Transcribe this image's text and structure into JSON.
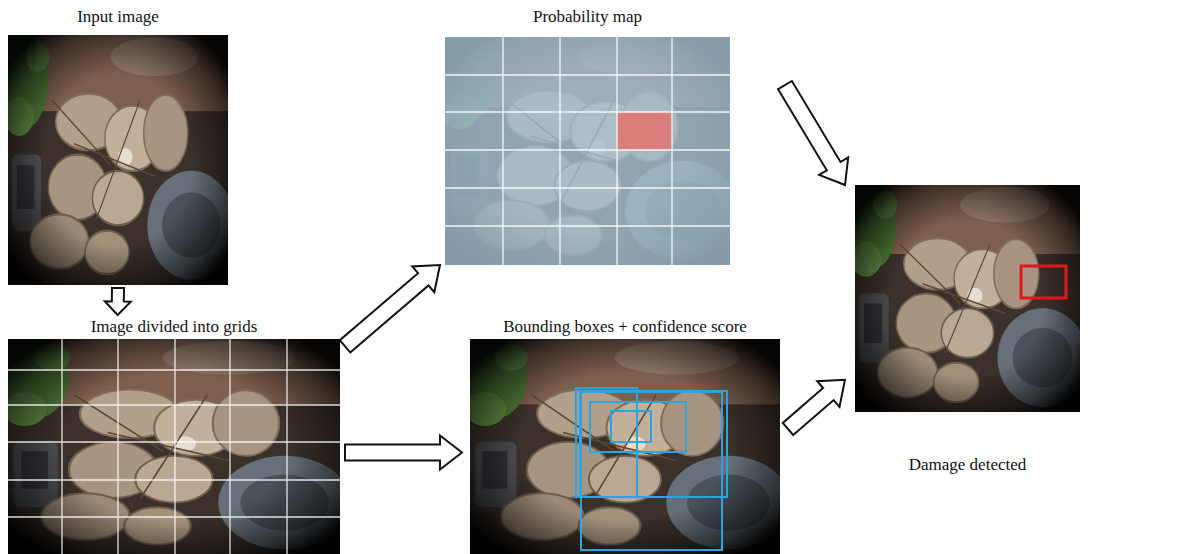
{
  "diagram": {
    "nodes": [
      {
        "text": [
          "Input image"
        ]
      },
      {
        "text": [
          "Probability map"
        ]
      },
      {
        "text": [
          "Image divided into grids"
        ]
      },
      {
        "text": [
          "Bounding boxes + confidence score"
        ]
      },
      {
        "text": [
          "Damage detected"
        ]
      }
    ],
    "edges": [
      {
        "from": 0,
        "to": 2,
        "arrow": "to"
      },
      {
        "from": 2,
        "to": 1,
        "arrow": "to"
      },
      {
        "from": 2,
        "to": 3,
        "arrow": "to"
      },
      {
        "from": 1,
        "to": 4,
        "arrow": "to"
      },
      {
        "from": 3,
        "to": 4,
        "arrow": "to"
      }
    ]
  }
}
